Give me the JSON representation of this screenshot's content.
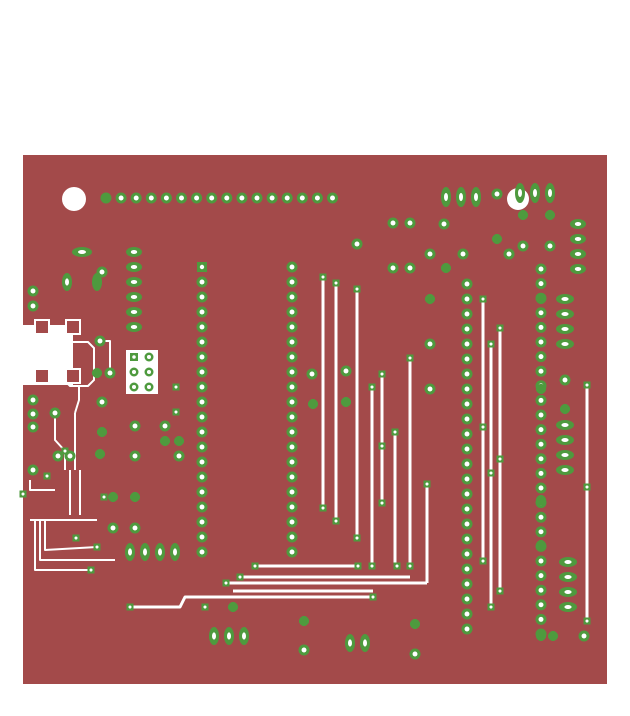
{
  "board": {
    "name": "pcb-bottom-copper-layer",
    "colors": {
      "background": "#ffffff",
      "copper_pour": "#a34a4a",
      "pad": "#4e9a3e",
      "via_hole": "#ffffff",
      "trace_clearance": "#ffffff",
      "mounting_hole": "#ffffff"
    }
  },
  "components": {
    "header_top_row": "top-pin-header",
    "header_left_column": "left-pin-header",
    "header_mid_column": "middle-pin-header",
    "header_right_a": "right-pin-header-a",
    "header_right_b": "right-pin-header-b",
    "usb_connector": "usb-connector-footprint",
    "jumper_grid": "jumper-block-2x3"
  }
}
